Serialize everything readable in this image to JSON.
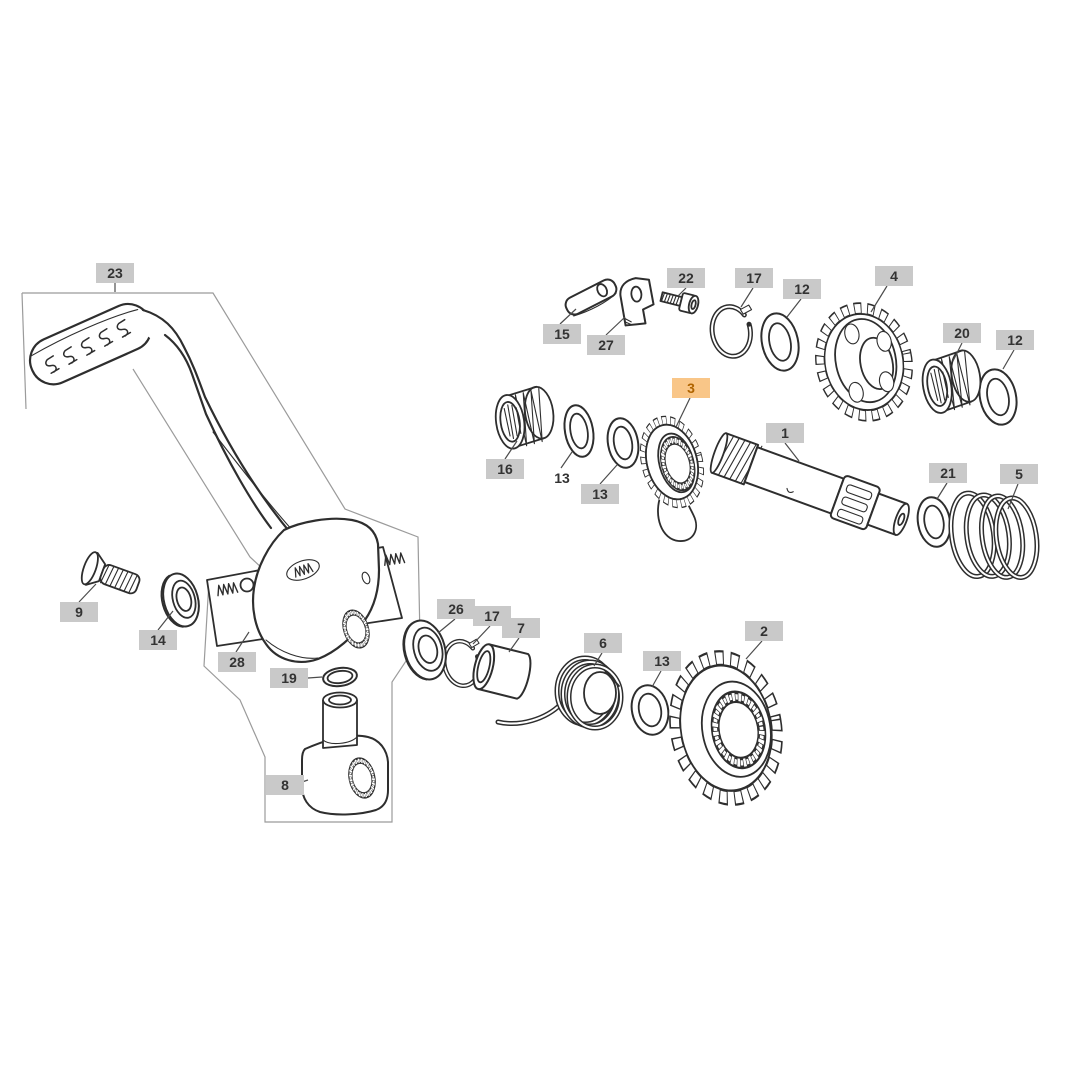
{
  "diagram": {
    "type": "exploded-parts-diagram",
    "subject": "kick starter assembly",
    "background_color": "#ffffff",
    "label_style": {
      "bg": "#c9c9c9",
      "text_color": "#333333",
      "highlight_bg": "#f9c688",
      "highlight_text": "#b06400"
    },
    "callouts": [
      {
        "text": "23",
        "highlighted": false
      },
      {
        "text": "15",
        "highlighted": false
      },
      {
        "text": "27",
        "highlighted": false
      },
      {
        "text": "22",
        "highlighted": false
      },
      {
        "text": "17",
        "highlighted": false
      },
      {
        "text": "12",
        "highlighted": false
      },
      {
        "text": "4",
        "highlighted": false
      },
      {
        "text": "20",
        "highlighted": false
      },
      {
        "text": "12",
        "highlighted": false
      },
      {
        "text": "3",
        "highlighted": true
      },
      {
        "text": "16",
        "highlighted": false
      },
      {
        "text": "13",
        "highlighted": false
      },
      {
        "text": "13",
        "highlighted": false
      },
      {
        "text": "1",
        "highlighted": false
      },
      {
        "text": "21",
        "highlighted": false
      },
      {
        "text": "5",
        "highlighted": false
      },
      {
        "text": "9",
        "highlighted": false
      },
      {
        "text": "14",
        "highlighted": false
      },
      {
        "text": "28",
        "highlighted": false
      },
      {
        "text": "26",
        "highlighted": false
      },
      {
        "text": "17",
        "highlighted": false
      },
      {
        "text": "7",
        "highlighted": false
      },
      {
        "text": "6",
        "highlighted": false
      },
      {
        "text": "13",
        "highlighted": false
      },
      {
        "text": "2",
        "highlighted": false
      },
      {
        "text": "19",
        "highlighted": false
      },
      {
        "text": "8",
        "highlighted": false
      }
    ]
  }
}
